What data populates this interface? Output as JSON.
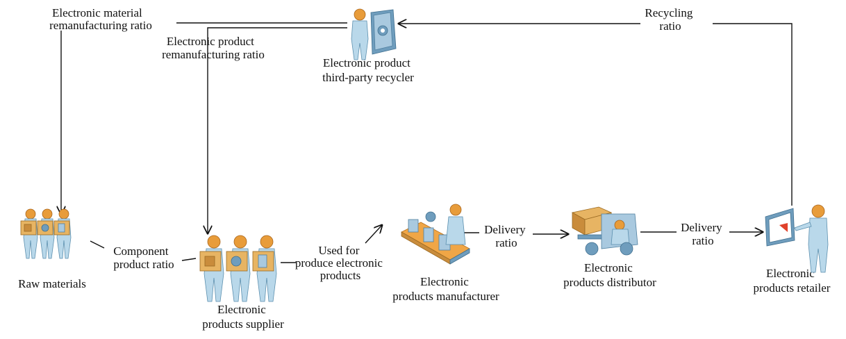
{
  "nodes": {
    "raw_materials": {
      "label": [
        "Raw materials"
      ]
    },
    "supplier": {
      "label": [
        "Electronic",
        "products supplier"
      ]
    },
    "manufacturer": {
      "label": [
        "Electronic",
        "products manufacturer"
      ]
    },
    "distributor": {
      "label": [
        "Electronic",
        "products distributor"
      ]
    },
    "retailer": {
      "label": [
        "Electronic",
        "products retailer"
      ]
    },
    "recycler": {
      "label": [
        "Electronic product",
        "third-party recycler"
      ]
    }
  },
  "edge_labels": {
    "material_remanufacturing": [
      "Electronic material",
      "remanufacturing ratio"
    ],
    "product_remanufacturing": [
      "Electronic product",
      "remanufacturing ratio"
    ],
    "recycling": [
      "Recycling",
      "ratio"
    ],
    "component": [
      "Component",
      "product ratio"
    ],
    "used_for": [
      "Used for",
      "produce electronic",
      "products"
    ],
    "delivery_1": [
      "Delivery",
      "ratio"
    ],
    "delivery_2": [
      "Delivery",
      "ratio"
    ]
  },
  "icons": {
    "raw_materials": "workers-carrying-boxes-icon",
    "supplier": "workers-carrying-boxes-icon",
    "manufacturer": "assembly-line-worker-icon",
    "distributor": "forklift-icon",
    "retailer": "presenter-with-screen-icon",
    "recycler": "worker-at-safe-icon"
  }
}
